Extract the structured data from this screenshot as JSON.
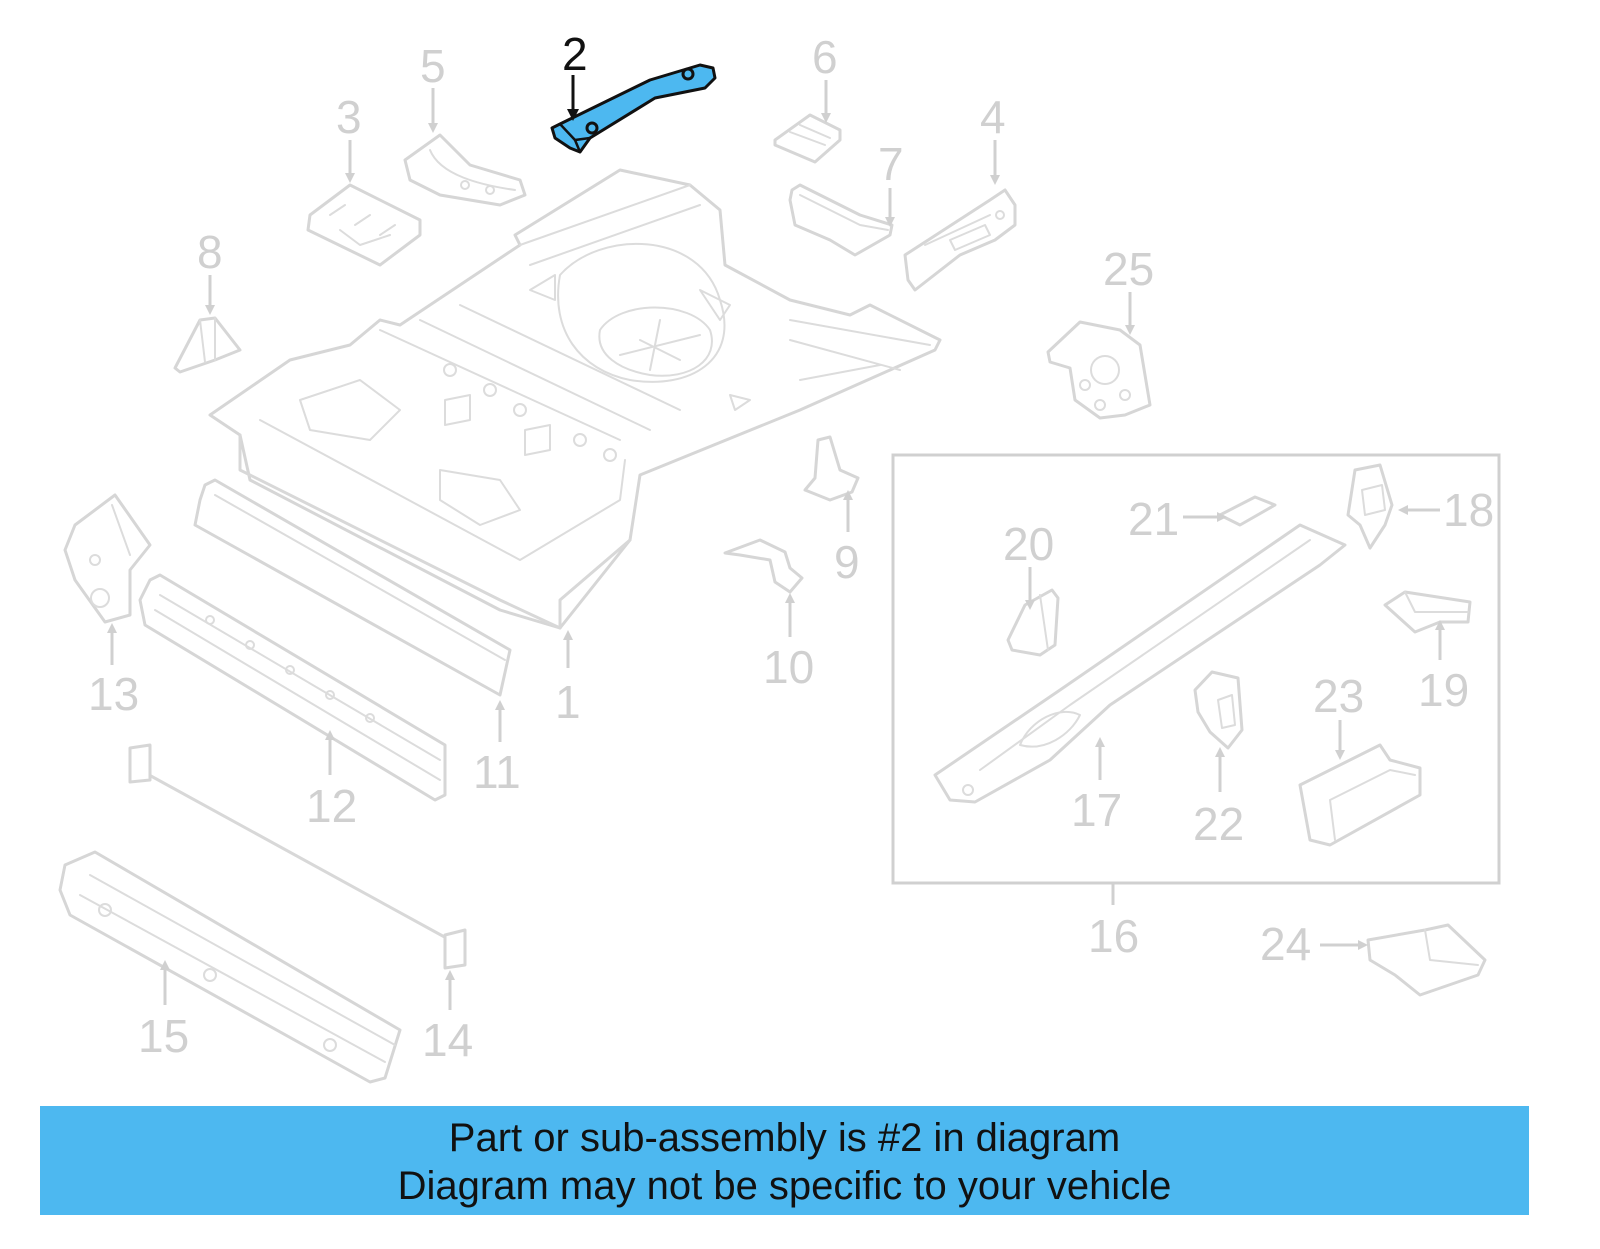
{
  "diagram": {
    "highlighted_part": "2",
    "highlight_color": "#4db8f0",
    "callouts": [
      "1",
      "2",
      "3",
      "4",
      "5",
      "6",
      "7",
      "8",
      "9",
      "10",
      "11",
      "12",
      "13",
      "14",
      "15",
      "16",
      "17",
      "18",
      "19",
      "20",
      "21",
      "22",
      "23",
      "24",
      "25"
    ]
  },
  "banner": {
    "line1": "Part or sub-assembly is #2 in diagram",
    "line2": "Diagram may not be specific to your vehicle",
    "background": "#4db8f0"
  }
}
